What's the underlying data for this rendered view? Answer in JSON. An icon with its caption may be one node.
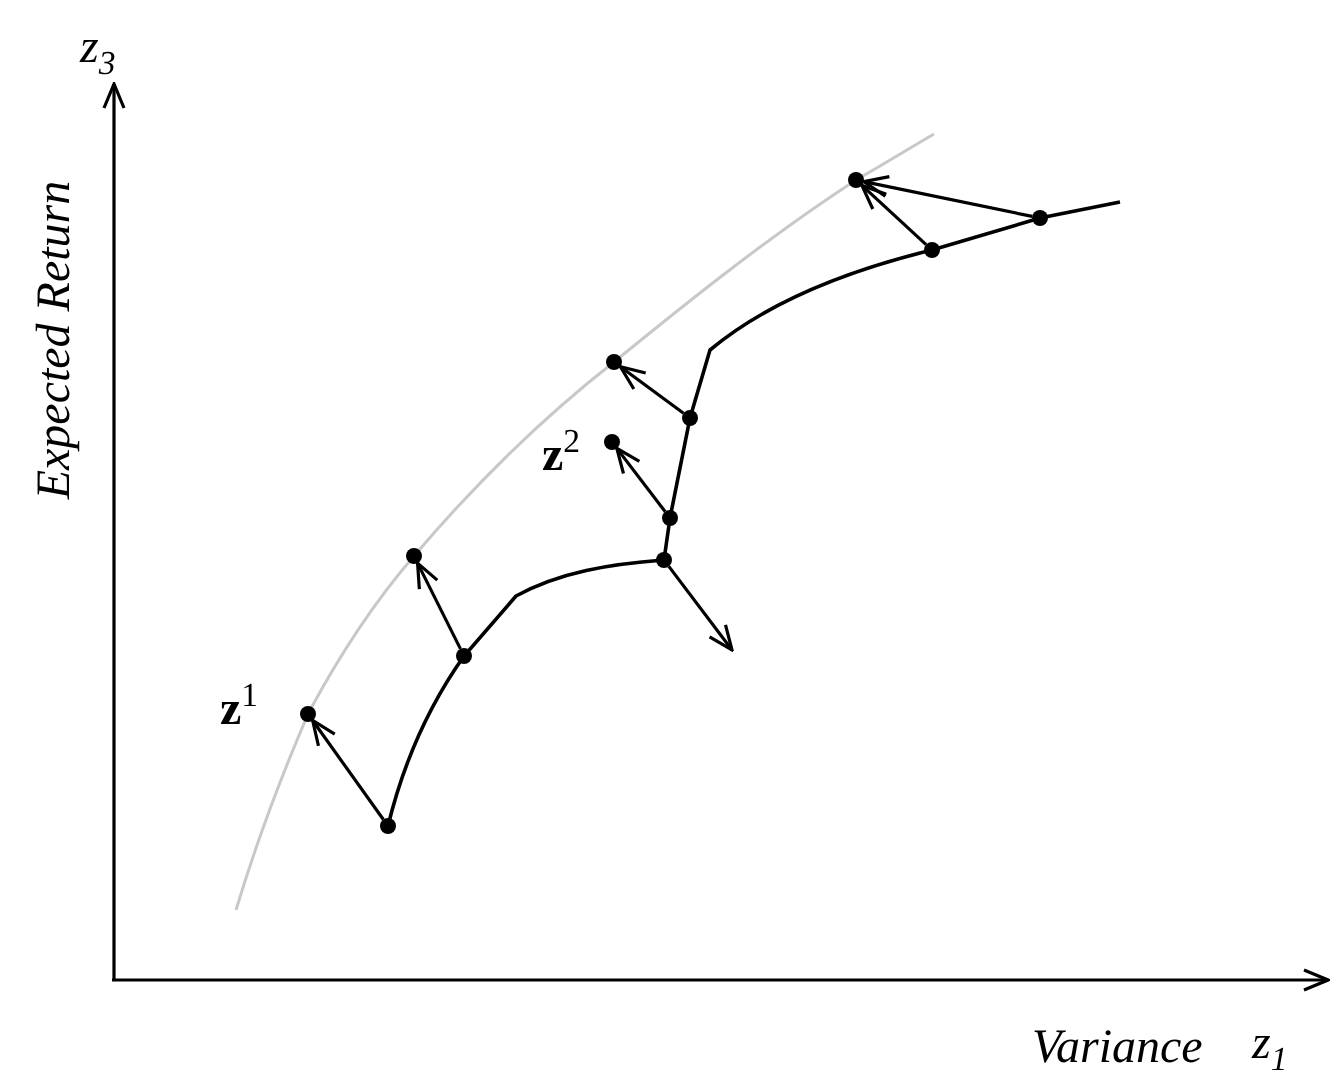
{
  "diagram": {
    "nodes": [
      {
        "text": [],
        "shape": "circle",
        "beside": [
          "**z**$^{1}$"
        ]
      },
      {
        "text": [],
        "shape": "circle"
      },
      {
        "text": [],
        "shape": "circle"
      },
      {
        "text": [],
        "shape": "circle"
      },
      {
        "text": [],
        "shape": "circle",
        "beside": [
          "**z**$^{2}$"
        ]
      },
      {
        "text": [],
        "shape": "circle"
      },
      {
        "text": [],
        "shape": "circle"
      },
      {
        "text": [],
        "shape": "circle"
      },
      {
        "text": [],
        "shape": "circle"
      },
      {
        "text": [],
        "shape": "circle"
      },
      {
        "text": [],
        "shape": "circle"
      },
      {
        "text": [],
        "shape": "circle"
      }
    ],
    "edges": [
      {
        "from": 1,
        "to": 0,
        "arrow": "to"
      },
      {
        "from": 3,
        "to": 2,
        "arrow": "to"
      },
      {
        "from": 6,
        "to": null,
        "arrow": "to"
      },
      {
        "from": 7,
        "to": 4,
        "arrow": "to"
      },
      {
        "from": 8,
        "to": 5,
        "arrow": "to"
      },
      {
        "from": 10,
        "to": 9,
        "arrow": "to"
      },
      {
        "from": 11,
        "to": 9,
        "arrow": "to"
      }
    ],
    "labels": [
      "Expected Return",
      "z$_{3}$",
      "Variance",
      "z$_{1}$"
    ]
  }
}
